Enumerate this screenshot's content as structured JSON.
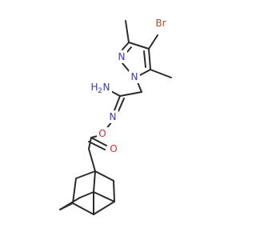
{
  "colors": {
    "bond": "#2b2b2b",
    "nitrogen": "#3838c8",
    "oxygen": "#e02a2a",
    "bromine": "#a0522d",
    "background": "#ffffff"
  },
  "labels": {
    "br": "Br",
    "n_ring_left": "N",
    "n_ring_right": "N",
    "nh2_h": "H",
    "nh2_2": "2",
    "nh2_n": "N",
    "n_imine": "N",
    "o_ester": "O",
    "o_carbonyl": "O"
  }
}
